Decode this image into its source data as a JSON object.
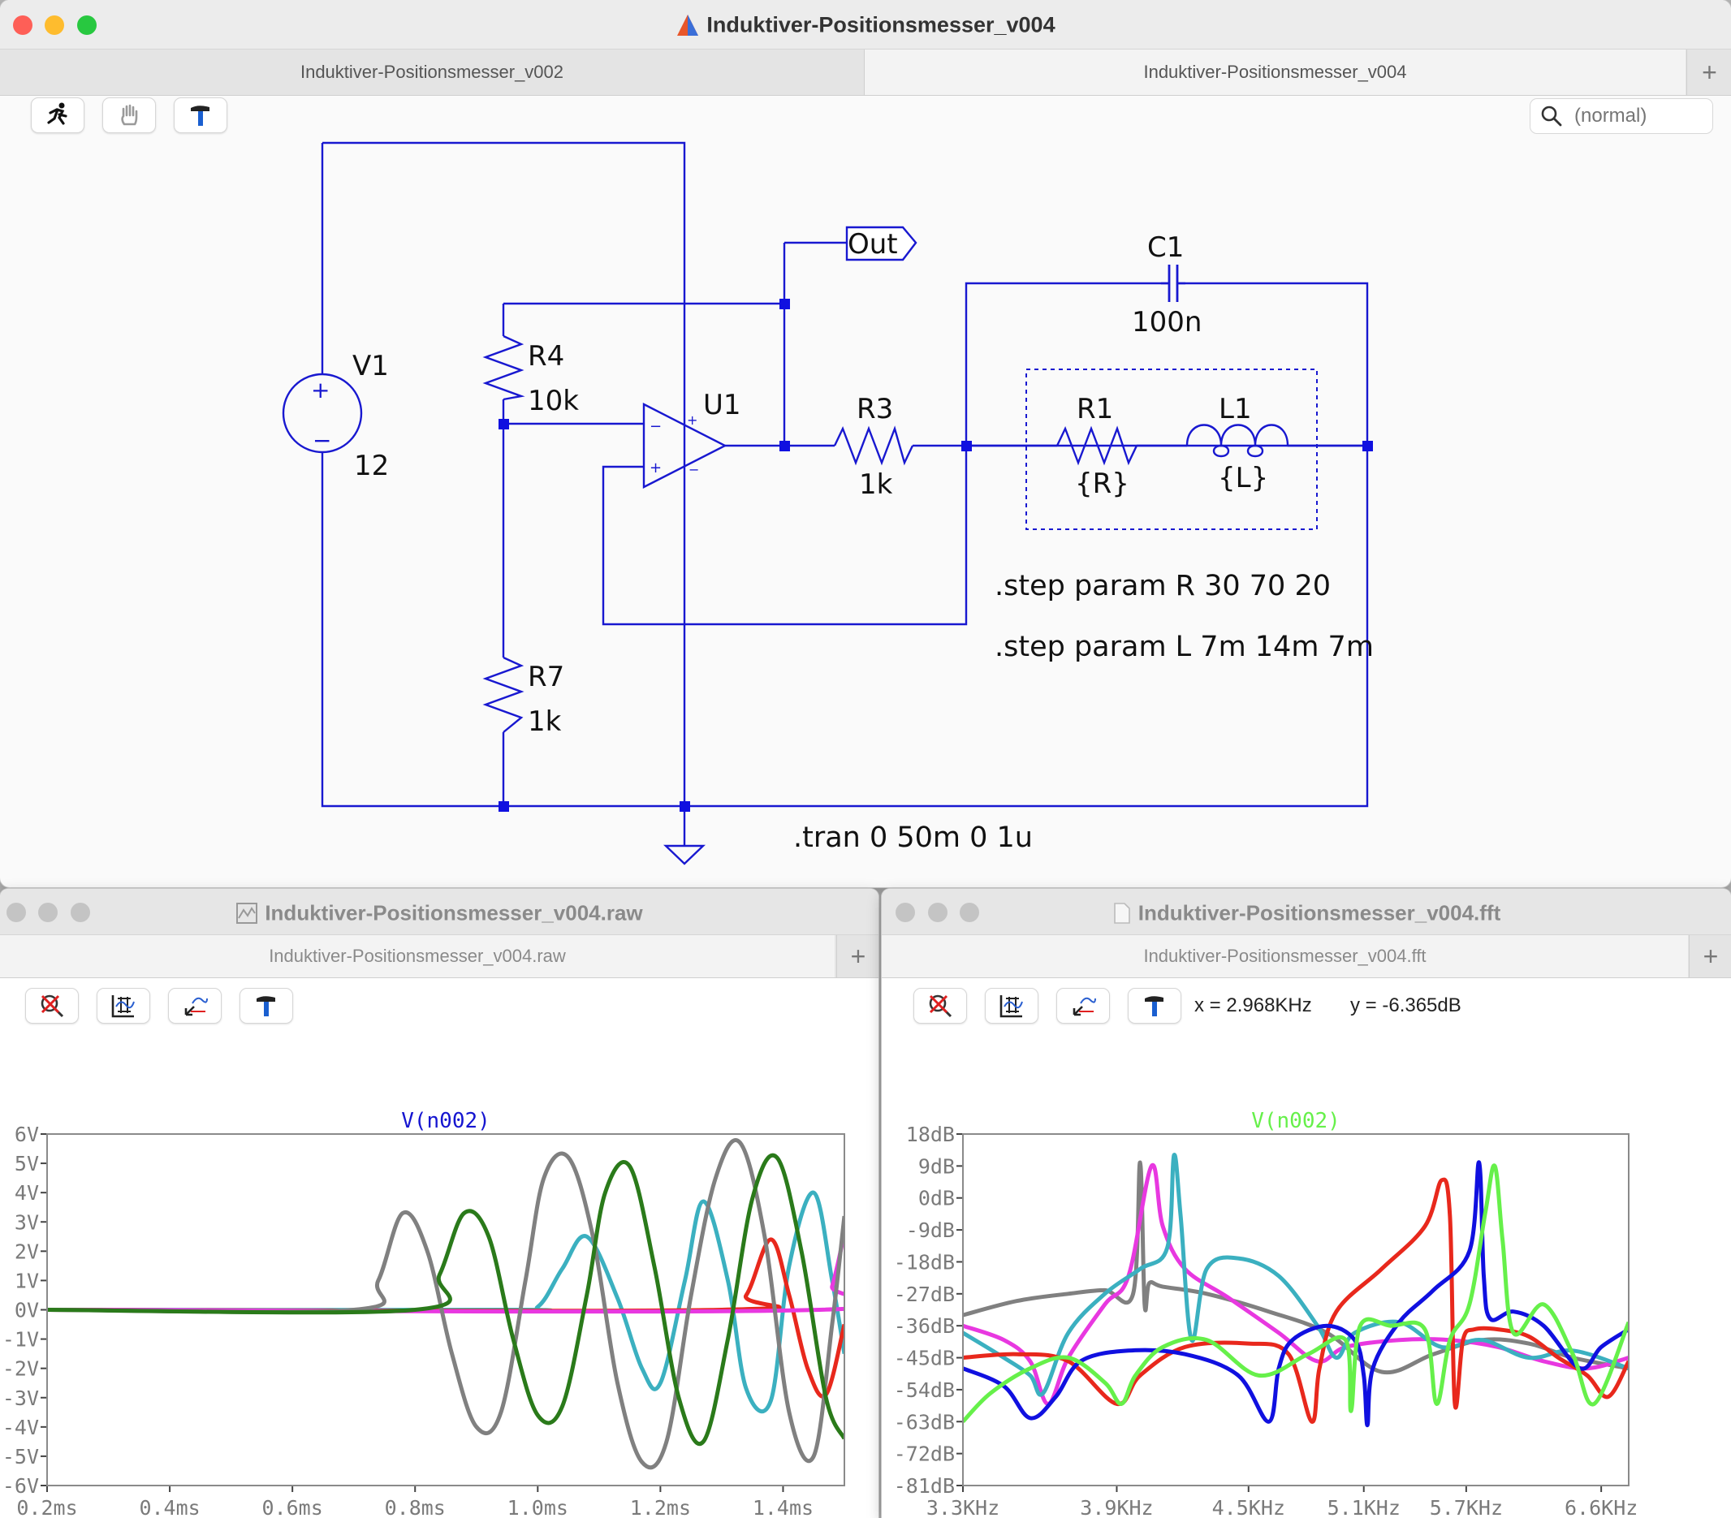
{
  "schematic_window": {
    "title": "Induktiver-Positionsmesser_v004",
    "tabs": [
      {
        "label": "Induktiver-Positionsmesser_v002",
        "active": false
      },
      {
        "label": "Induktiver-Positionsmesser_v004",
        "active": true
      }
    ],
    "add_tab": "+",
    "toolbar": {
      "icons": [
        "run-icon",
        "hand-icon",
        "hammer-icon"
      ],
      "search_placeholder": "(normal)"
    },
    "schematic": {
      "components": [
        {
          "ref": "V1",
          "value": "12"
        },
        {
          "ref": "R4",
          "value": "10k"
        },
        {
          "ref": "R7",
          "value": "1k"
        },
        {
          "ref": "U1",
          "value": ""
        },
        {
          "ref": "R3",
          "value": "1k"
        },
        {
          "ref": "C1",
          "value": "100n"
        },
        {
          "ref": "R1",
          "value": "{R}"
        },
        {
          "ref": "L1",
          "value": "{L}"
        }
      ],
      "net_label": "Out",
      "directives": [
        ".step param R 30 70 20",
        ".step param L 7m 14m 7m",
        ".tran 0 50m 0 1u"
      ],
      "wire_color": "#1818d0",
      "node_color": "#1010e0"
    }
  },
  "waveform_window": {
    "title": "Induktiver-Positionsmesser_v004.raw",
    "tab": "Induktiver-Positionsmesser_v004.raw",
    "add_tab": "+",
    "toolbar": {
      "icons": [
        "zoom-cancel-icon",
        "autorange-icon",
        "cursor-icon",
        "hammer-icon"
      ]
    },
    "trace_title": "V(n002)",
    "trace_title_color": "#1515d0",
    "chart_data": {
      "type": "line",
      "x_unit": "ms",
      "xlim": [
        0.2,
        1.5
      ],
      "ylim": [
        -6,
        6
      ],
      "x_ticks": [
        "0.2ms",
        "0.4ms",
        "0.6ms",
        "0.8ms",
        "1.0ms",
        "1.2ms",
        "1.4ms"
      ],
      "y_ticks": [
        "6V",
        "5V",
        "4V",
        "3V",
        "2V",
        "1V",
        "0V",
        "-1V",
        "-2V",
        "-3V",
        "-4V",
        "-5V",
        "-6V"
      ],
      "grid": false,
      "series": [
        {
          "color": "#3bb0c0",
          "x": [
            0.2,
            0.95,
            1.0,
            1.04,
            1.08,
            1.13,
            1.17,
            1.2,
            1.24,
            1.27,
            1.31,
            1.34,
            1.38,
            1.41,
            1.45,
            1.48,
            1.5
          ],
          "y": [
            0,
            0,
            0.1,
            1.4,
            2.5,
            0.4,
            -2.0,
            -2.5,
            1.0,
            3.7,
            1.0,
            -2.7,
            -3.1,
            1.5,
            4.0,
            1.0,
            -1.5
          ]
        },
        {
          "color": "#e8281c",
          "x": [
            0.2,
            1.3,
            1.34,
            1.38,
            1.41,
            1.44,
            1.47,
            1.5
          ],
          "y": [
            0,
            0,
            0.5,
            2.4,
            0.5,
            -2.0,
            -2.9,
            -0.5
          ]
        },
        {
          "color": "#e838e0",
          "x": [
            0.2,
            1.46,
            1.48,
            1.5
          ],
          "y": [
            0,
            0,
            0.8,
            2.6
          ]
        },
        {
          "color": "#808080",
          "x": [
            0.2,
            0.7,
            0.74,
            0.78,
            0.82,
            0.86,
            0.9,
            0.94,
            0.98,
            1.01,
            1.05,
            1.09,
            1.13,
            1.17,
            1.21,
            1.25,
            1.29,
            1.33,
            1.37,
            1.41,
            1.45,
            1.48,
            1.5
          ],
          "y": [
            0,
            0,
            1.0,
            3.3,
            2.0,
            -1.5,
            -4.0,
            -3.5,
            1.0,
            4.5,
            5.2,
            2.5,
            -2.5,
            -5.2,
            -4.5,
            0.5,
            4.5,
            5.7,
            2.5,
            -3.5,
            -5.0,
            -0.5,
            3.2
          ]
        },
        {
          "color": "#2a7a1a",
          "x": [
            0.2,
            0.8,
            0.84,
            0.88,
            0.92,
            0.96,
            1.0,
            1.04,
            1.08,
            1.11,
            1.15,
            1.19,
            1.23,
            1.27,
            1.31,
            1.35,
            1.39,
            1.43,
            1.47,
            1.5
          ],
          "y": [
            0,
            0,
            1.2,
            3.3,
            2.5,
            -1.0,
            -3.6,
            -3.3,
            0.5,
            4.0,
            4.9,
            1.5,
            -3.0,
            -4.5,
            -1.0,
            3.8,
            5.2,
            2.0,
            -3.0,
            -4.4
          ]
        }
      ]
    }
  },
  "fft_window": {
    "title": "Induktiver-Positionsmesser_v004.fft",
    "tab": "Induktiver-Positionsmesser_v004.fft",
    "add_tab": "+",
    "toolbar": {
      "icons": [
        "zoom-cancel-icon",
        "autorange-icon",
        "cursor-icon",
        "hammer-icon"
      ]
    },
    "cursor_x": "x = 2.968KHz",
    "cursor_y": "y = -6.365dB",
    "trace_title": "V(n002)",
    "trace_title_color": "#66f04a",
    "chart_data": {
      "type": "line",
      "x_unit": "KHz",
      "x_scale": "log",
      "xlim": [
        3.3,
        6.8
      ],
      "ylim": [
        -81,
        18
      ],
      "x_ticks": [
        {
          "v": 3.3,
          "label": "3.3KHz"
        },
        {
          "v": 3.9,
          "label": "3.9KHz"
        },
        {
          "v": 4.5,
          "label": "4.5KHz"
        },
        {
          "v": 5.1,
          "label": "5.1KHz"
        },
        {
          "v": 5.7,
          "label": "5.7KHz"
        },
        {
          "v": 6.6,
          "label": "6.6KHz"
        }
      ],
      "y_ticks": [
        "18dB",
        "9dB",
        "0dB",
        "-9dB",
        "-18dB",
        "-27dB",
        "-36dB",
        "-45dB",
        "-54dB",
        "-63dB",
        "-72dB",
        "-81dB"
      ],
      "grid": false,
      "series": [
        {
          "color": "#808080",
          "x": [
            3.3,
            3.5,
            3.7,
            3.85,
            3.97,
            4.0,
            4.02,
            4.04,
            4.1,
            4.3,
            4.6,
            4.9,
            5.2,
            5.5,
            5.8,
            6.1,
            6.4,
            6.8
          ],
          "y": [
            -33,
            -29,
            -27,
            -26,
            -27,
            10,
            -30,
            -24,
            -25,
            -27,
            -32,
            -38,
            -49,
            -44,
            -40,
            -41,
            -45,
            -48
          ]
        },
        {
          "color": "#e838e0",
          "x": [
            3.3,
            3.45,
            3.55,
            3.62,
            3.7,
            3.85,
            3.95,
            4.05,
            4.1,
            4.2,
            4.4,
            4.65,
            4.85,
            5.0,
            5.3,
            5.6,
            5.9,
            6.2,
            6.5,
            6.8
          ],
          "y": [
            -36,
            -40,
            -46,
            -58,
            -45,
            -30,
            -22,
            9,
            -8,
            -20,
            -28,
            -38,
            -46,
            -42,
            -40,
            -40,
            -42,
            -46,
            -48,
            -45
          ]
        },
        {
          "color": "#3bb0c0",
          "x": [
            3.3,
            3.45,
            3.55,
            3.6,
            3.7,
            3.85,
            4.0,
            4.12,
            4.15,
            4.18,
            4.23,
            4.3,
            4.45,
            4.65,
            4.85,
            4.95,
            5.05,
            5.3,
            5.55,
            5.8,
            6.1,
            6.4,
            6.8
          ],
          "y": [
            -38,
            -45,
            -50,
            -55,
            -38,
            -27,
            -20,
            -14,
            12,
            -5,
            -40,
            -20,
            -17,
            -22,
            -36,
            -45,
            -38,
            -35,
            -42,
            -40,
            -45,
            -43,
            -48
          ]
        },
        {
          "color": "#e8281c",
          "x": [
            3.3,
            3.5,
            3.7,
            3.9,
            4.0,
            4.2,
            4.5,
            4.7,
            4.82,
            4.86,
            4.95,
            5.2,
            5.45,
            5.55,
            5.6,
            5.63,
            5.68,
            5.75,
            5.9,
            6.1,
            6.3,
            6.5,
            6.65,
            6.8
          ],
          "y": [
            -45,
            -44,
            -46,
            -58,
            -50,
            -42,
            -41,
            -44,
            -63,
            -48,
            -32,
            -20,
            -8,
            5,
            -5,
            -58,
            -40,
            -37,
            -37,
            -39,
            -45,
            -50,
            -56,
            -46
          ]
        },
        {
          "color": "#1010e0",
          "x": [
            3.3,
            3.45,
            3.55,
            3.65,
            3.75,
            3.95,
            4.2,
            4.45,
            4.6,
            4.65,
            4.72,
            4.9,
            5.05,
            5.1,
            5.12,
            5.15,
            5.3,
            5.5,
            5.72,
            5.78,
            5.81,
            5.85,
            6.0,
            6.2,
            6.45,
            6.6,
            6.8
          ],
          "y": [
            -48,
            -53,
            -62,
            -56,
            -46,
            -43,
            -44,
            -50,
            -63,
            -48,
            -40,
            -36,
            -40,
            -50,
            -64,
            -48,
            -35,
            -26,
            -15,
            10,
            -22,
            -34,
            -32,
            -36,
            -48,
            -42,
            -37
          ]
        },
        {
          "color": "#66f04a",
          "x": [
            3.3,
            3.4,
            3.55,
            3.7,
            3.85,
            3.92,
            3.98,
            4.1,
            4.3,
            4.55,
            4.8,
            5.0,
            5.03,
            5.08,
            5.25,
            5.45,
            5.52,
            5.6,
            5.72,
            5.82,
            5.88,
            5.93,
            6.0,
            6.2,
            6.4,
            6.55,
            6.8
          ],
          "y": [
            -63,
            -55,
            -48,
            -45,
            -52,
            -58,
            -50,
            -42,
            -40,
            -50,
            -44,
            -40,
            -60,
            -36,
            -36,
            -37,
            -58,
            -40,
            -30,
            -4,
            9,
            -12,
            -38,
            -30,
            -44,
            -58,
            -35
          ]
        }
      ]
    }
  }
}
